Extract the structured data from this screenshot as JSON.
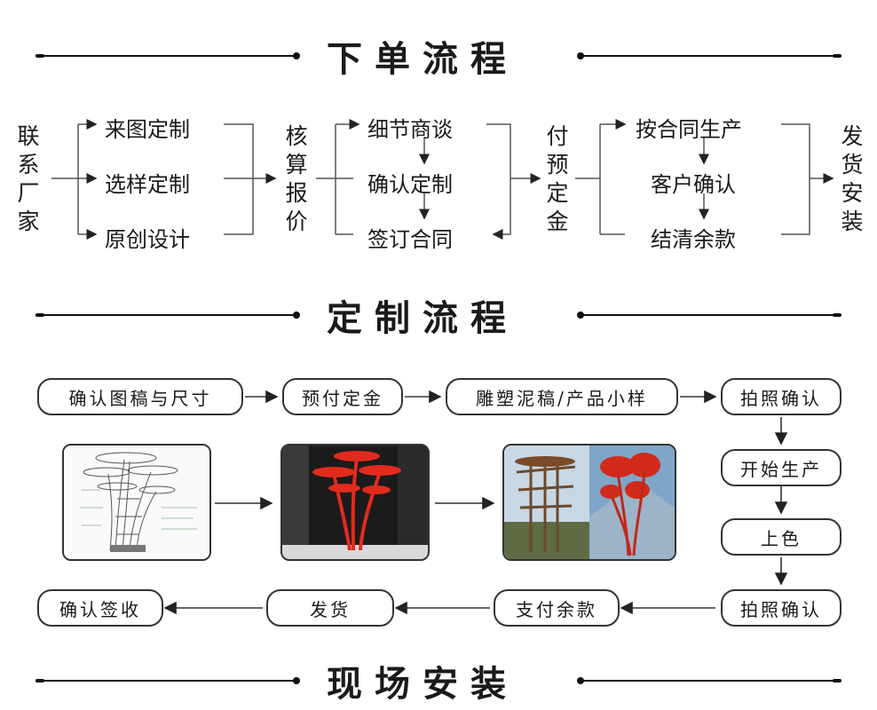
{
  "section_titles": {
    "order": "下单流程",
    "custom": "定制流程",
    "install": "现场安装"
  },
  "order_flow": {
    "contact": "联系厂家",
    "start_options": [
      "来图定制",
      "选样定制",
      "原创设计"
    ],
    "quote": "核算报价",
    "negotiation": [
      "细节商谈",
      "确认定制",
      "签订合同"
    ],
    "deposit": "付预定金",
    "production": [
      "按合同生产",
      "客户确认",
      "结清余款"
    ],
    "ship": "发货安装"
  },
  "custom_flow": {
    "row1": [
      "确认图稿与尺寸",
      "预付定金",
      "雕塑泥稿/产品小样",
      "拍照确认"
    ],
    "right_col": [
      "开始生产",
      "上色",
      "拍照确认"
    ],
    "row3": [
      "确认签收",
      "发货",
      "支付余款"
    ]
  }
}
